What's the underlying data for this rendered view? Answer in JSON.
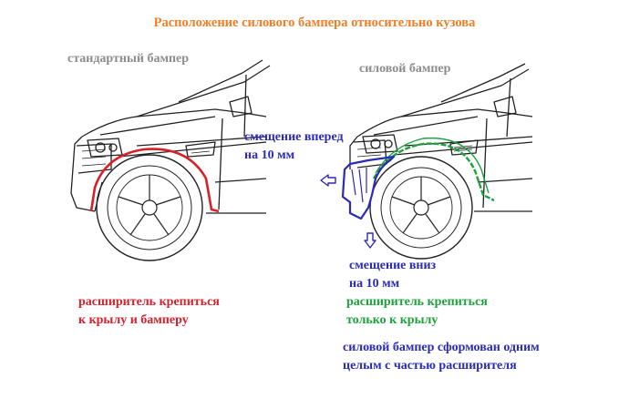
{
  "title": "Расположение силового бампера относительно кузова",
  "labels": {
    "standard": "стандартный бампер",
    "power": "силовой бампер"
  },
  "annotations": {
    "shift_forward": [
      "смещение вперед",
      "на 10 мм"
    ],
    "shift_down": [
      "смещение вниз",
      "на 10 мм"
    ],
    "standard_note": [
      "расширитель крепиться",
      "к крылу и бамперу"
    ],
    "power_note": [
      "расширитель крепиться",
      "только к крылу"
    ],
    "bumper_note": [
      "силовой бампер сформован одним",
      "целым с частью расширителя"
    ]
  },
  "colors": {
    "title": "#f07e26",
    "label": "#8c8c8c",
    "red": "#d81f2a",
    "green": "#1ca33c",
    "blue": "#2a2ab8",
    "line": "#222222"
  },
  "icons": {
    "arrow_forward": "arrow-left-icon",
    "arrow_down": "arrow-down-icon"
  }
}
